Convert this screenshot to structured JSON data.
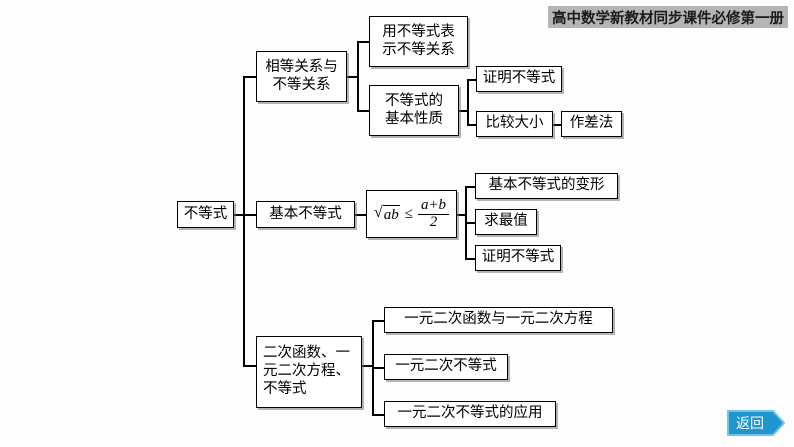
{
  "header": {
    "title": "高中数学新教材同步课件必修第一册",
    "bg_color": "#b5b5b5"
  },
  "root": {
    "label": "不等式"
  },
  "branches": [
    {
      "label": "相等关系与\n不等关系",
      "children": [
        {
          "label": "用不等式表\n示不等关系",
          "children": []
        },
        {
          "label": "不等式的\n基本性质",
          "children": [
            {
              "label": "证明不等式",
              "children": []
            },
            {
              "label": "比较大小",
              "children": [
                {
                  "label": "作差法"
                }
              ]
            }
          ]
        }
      ]
    },
    {
      "label": "基本不等式",
      "children": [
        {
          "label": "formula",
          "formula": {
            "radical_sign": "√",
            "radicand": "ab",
            "relation": "≤",
            "numerator": "a+b",
            "denominator": "2",
            "plain": "√ab ≤ (a+b)/2"
          },
          "children": [
            {
              "label": "基本不等式的变形",
              "children": []
            },
            {
              "label": "求最值",
              "children": []
            },
            {
              "label": "证明不等式",
              "children": []
            }
          ]
        }
      ]
    },
    {
      "label": "二次函数、一\n元二次方程、\n不等式",
      "children": [
        {
          "label": "一元二次函数与一元二次方程",
          "children": []
        },
        {
          "label": "一元二次不等式",
          "children": []
        },
        {
          "label": "一元二次不等式的应用",
          "children": []
        }
      ]
    }
  ],
  "nodes": {
    "root": "不等式",
    "b1": "相等关系与\n不等关系",
    "b1c1": "用不等式表\n示不等关系",
    "b1c2": "不等式的\n基本性质",
    "b1c2g1": "证明不等式",
    "b1c2g2": "比较大小",
    "b1c2g2h1": "作差法",
    "b2": "基本不等式",
    "b2c1_plain": "√ab ≤ (a+b)/2",
    "b2c1g1": "基本不等式的变形",
    "b2c1g2": "求最值",
    "b2c1g3": "证明不等式",
    "b3": "二次函数、一\n元二次方程、\n不等式",
    "b3c1": "一元二次函数与一元二次方程",
    "b3c2": "一元二次不等式",
    "b3c3": "一元二次不等式的应用"
  },
  "formula_parts": {
    "radical_sign": "√",
    "radicand": "ab",
    "relation": "≤",
    "numerator": "a+b",
    "denominator": "2"
  },
  "return_button": {
    "label": "返回",
    "fill_color": "#2196ce",
    "border_color": "#6fc4e8",
    "text_color": "#ffffff"
  }
}
